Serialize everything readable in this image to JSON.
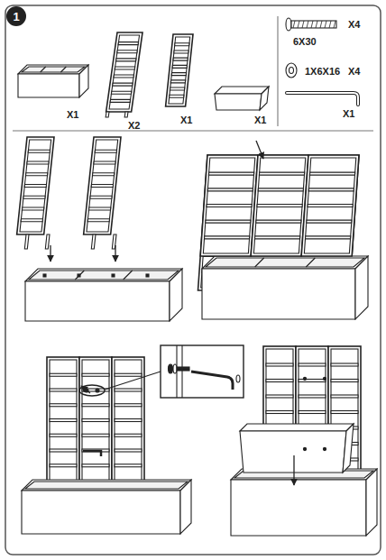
{
  "diagram": {
    "nodes": [
      {
        "text": [
          "1"
        ]
      }
    ],
    "labels": [
      "X1",
      "X2",
      "X1",
      "X1",
      "6X30",
      "X4",
      "1X6X16",
      "X4",
      "X1"
    ]
  }
}
